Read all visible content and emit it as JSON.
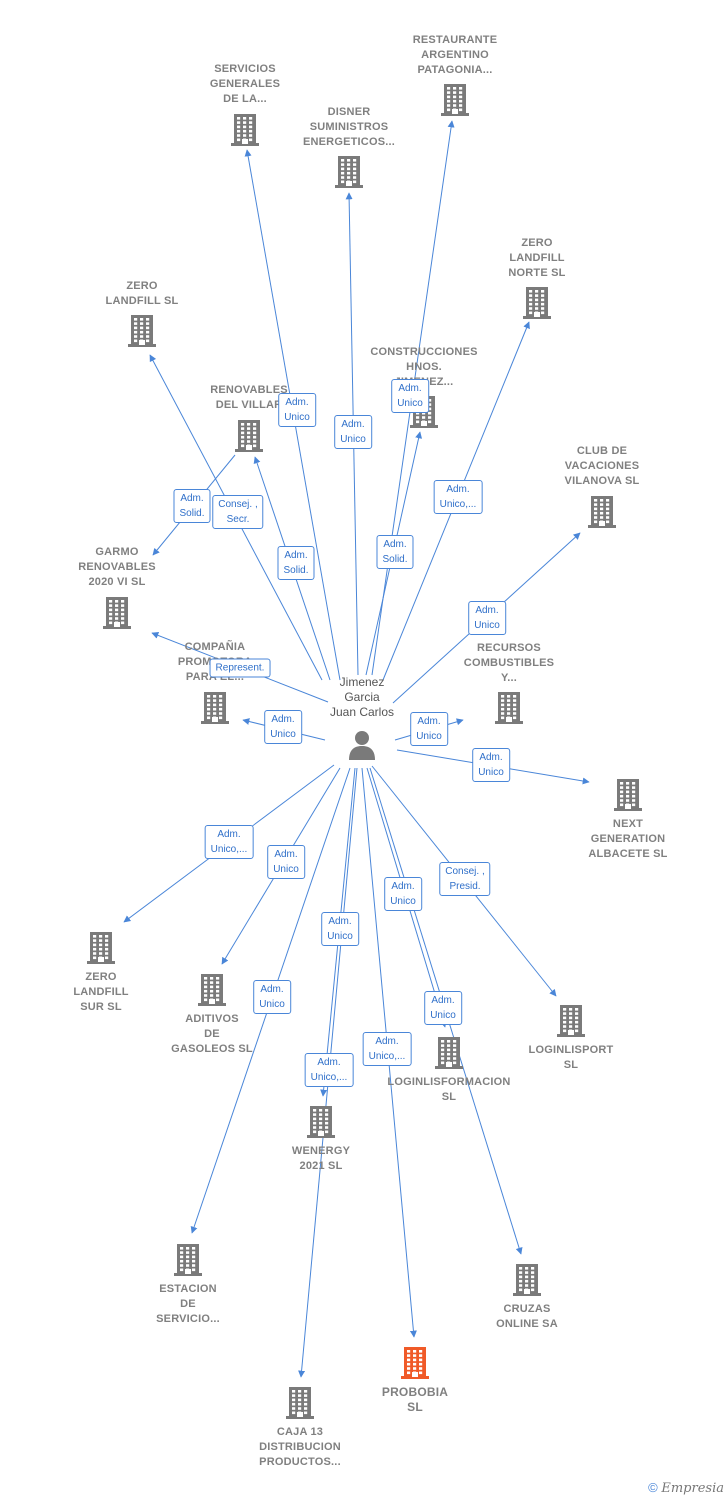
{
  "center": {
    "name": "Jimenez\nGarcia\nJuan Carlos"
  },
  "companies": [
    {
      "id": "servicios",
      "label": "SERVICIOS\nGENERALES\nDE LA...",
      "pos": "above"
    },
    {
      "id": "restaurante",
      "label": "RESTAURANTE\nARGENTINO\nPATAGONIA...",
      "pos": "above"
    },
    {
      "id": "disner",
      "label": "DISNER\nSUMINISTROS\nENERGETICOS...",
      "pos": "above"
    },
    {
      "id": "zero-norte",
      "label": "ZERO\nLANDFILL\nNORTE  SL",
      "pos": "above"
    },
    {
      "id": "zero-landfill",
      "label": "ZERO\nLANDFILL  SL",
      "pos": "above"
    },
    {
      "id": "construcciones",
      "label": "CONSTRUCCIONES\nHNOS.\nJIMENEZ...",
      "pos": "above"
    },
    {
      "id": "renovables-villar",
      "label": "RENOVABLES\nDEL VILLAR",
      "pos": "above"
    },
    {
      "id": "club-vacaciones",
      "label": "CLUB DE\nVACACIONES\nVILANOVA  SL",
      "pos": "above"
    },
    {
      "id": "garmo",
      "label": "GARMO\nRENOVABLES\n2020 VI  SL",
      "pos": "above"
    },
    {
      "id": "recursos",
      "label": "RECURSOS\nCOMBUSTIBLES\nY...",
      "pos": "above"
    },
    {
      "id": "compania",
      "label": "COMPAÑIA\nPROMOTORA\nPARA EL...",
      "pos": "above"
    },
    {
      "id": "next-generation",
      "label": "NEXT\nGENERATION\nALBACETE  SL",
      "pos": "below"
    },
    {
      "id": "zero-sur",
      "label": "ZERO\nLANDFILL\nSUR  SL",
      "pos": "below"
    },
    {
      "id": "aditivos",
      "label": "ADITIVOS\nDE\nGASOLEOS  SL",
      "pos": "below"
    },
    {
      "id": "loginlisport",
      "label": "LOGINLISPORT\nSL",
      "pos": "below"
    },
    {
      "id": "loginlisformacion",
      "label": "LOGINLISFORMACION\nSL",
      "pos": "below"
    },
    {
      "id": "wenergy",
      "label": "WENERGY\n2021  SL",
      "pos": "below"
    },
    {
      "id": "estacion",
      "label": "ESTACION\nDE\nSERVICIO...",
      "pos": "below"
    },
    {
      "id": "cruzas",
      "label": "CRUZAS\nONLINE SA",
      "pos": "below"
    },
    {
      "id": "probobia",
      "label": "PROBOBIA\nSL",
      "pos": "below",
      "highlight": true
    },
    {
      "id": "caja13",
      "label": "CAJA 13\nDISTRIBUCION\nPRODUCTOS...",
      "pos": "below"
    }
  ],
  "roles": [
    "Adm.\nUnico",
    "Adm.\nUnico",
    "Adm.\nUnico",
    "Adm.\nSolid.",
    "Consej. ,\nSecr.",
    "Adm.\nSolid.",
    "Adm.\nUnico,...",
    "Adm.\nSolid.",
    "Adm.\nUnico",
    "Represent.",
    "Adm.\nUnico",
    "Adm.\nUnico",
    "Adm.\nUnico",
    "Adm.\nUnico,...",
    "Adm.\nUnico",
    "Consej. ,\nPresid.",
    "Adm.\nUnico",
    "Adm.\nUnico",
    "Adm.\nUnico",
    "Adm.\nUnico",
    "Adm.\nUnico,...",
    "Adm.\nUnico,..."
  ],
  "colors": {
    "edge": "#4a86d8",
    "building": "#7a7a7a",
    "highlight": "#f05a28",
    "person": "#7a7a7a"
  },
  "footer": {
    "copyright": "©",
    "brand": "Empresia"
  }
}
